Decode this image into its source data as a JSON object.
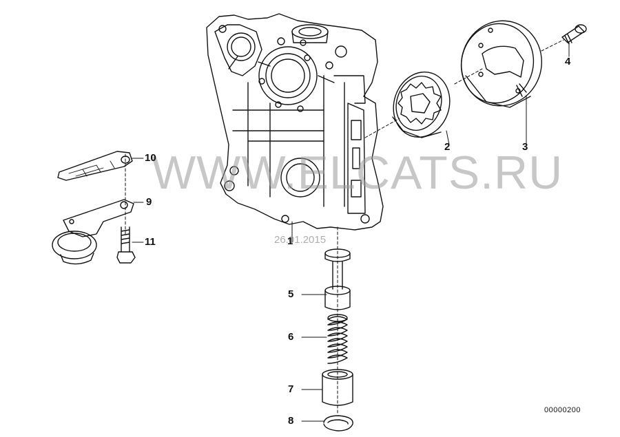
{
  "diagram": {
    "callouts": [
      {
        "id": "p1",
        "number": "1",
        "part": "oil-pump-housing-front-cover"
      },
      {
        "id": "p2",
        "number": "2",
        "part": "inner-rotor"
      },
      {
        "id": "p3",
        "number": "3",
        "part": "outer-rotor-cover"
      },
      {
        "id": "p4",
        "number": "4",
        "part": "screw"
      },
      {
        "id": "p5",
        "number": "5",
        "part": "relief-valve-piston"
      },
      {
        "id": "p6",
        "number": "6",
        "part": "compression-spring"
      },
      {
        "id": "p7",
        "number": "7",
        "part": "sleeve"
      },
      {
        "id": "p8",
        "number": "8",
        "part": "snap-ring"
      },
      {
        "id": "p9",
        "number": "9",
        "part": "oil-pickup"
      },
      {
        "id": "p10",
        "number": "10",
        "part": "gasket"
      },
      {
        "id": "p11",
        "number": "11",
        "part": "hex-bolt"
      }
    ],
    "watermark": "WWW.ELCATS.RU",
    "watermark_date": "26.01.2015",
    "diagram_code": "00000200"
  }
}
